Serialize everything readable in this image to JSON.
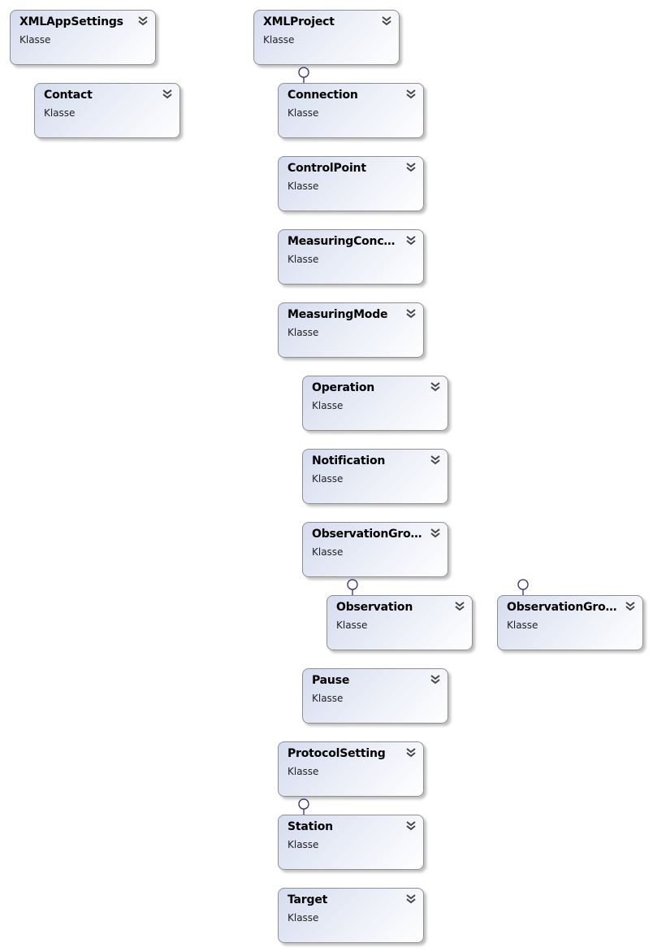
{
  "classes": [
    {
      "id": "xmlappsettings",
      "name": "XMLAppSettings",
      "kind": "Klasse"
    },
    {
      "id": "contact",
      "name": "Contact",
      "kind": "Klasse"
    },
    {
      "id": "xmlproject",
      "name": "XMLProject",
      "kind": "Klasse"
    },
    {
      "id": "connection",
      "name": "Connection",
      "kind": "Klasse"
    },
    {
      "id": "controlpoint",
      "name": "ControlPoint",
      "kind": "Klasse"
    },
    {
      "id": "measuringconc",
      "name": "MeasuringConc…",
      "kind": "Klasse"
    },
    {
      "id": "measuringmode",
      "name": "MeasuringMode",
      "kind": "Klasse"
    },
    {
      "id": "operation",
      "name": "Operation",
      "kind": "Klasse"
    },
    {
      "id": "notification",
      "name": "Notification",
      "kind": "Klasse"
    },
    {
      "id": "observationgro",
      "name": "ObservationGro…",
      "kind": "Klasse"
    },
    {
      "id": "observation",
      "name": "Observation",
      "kind": "Klasse"
    },
    {
      "id": "observationgro2",
      "name": "ObservationGro…",
      "kind": "Klasse"
    },
    {
      "id": "pause",
      "name": "Pause",
      "kind": "Klasse"
    },
    {
      "id": "protocolsetting",
      "name": "ProtocolSetting",
      "kind": "Klasse"
    },
    {
      "id": "station",
      "name": "Station",
      "kind": "Klasse"
    },
    {
      "id": "target",
      "name": "Target",
      "kind": "Klasse"
    }
  ],
  "toggle_icon": "double-chevron-down-icon",
  "connector_icon": "lollipop-interface-icon",
  "colors": {
    "box_border": "#8f8f8f",
    "gradient_start": "#d5dcef",
    "gradient_end": "#ffffff",
    "connector": "#2b2b7a"
  }
}
